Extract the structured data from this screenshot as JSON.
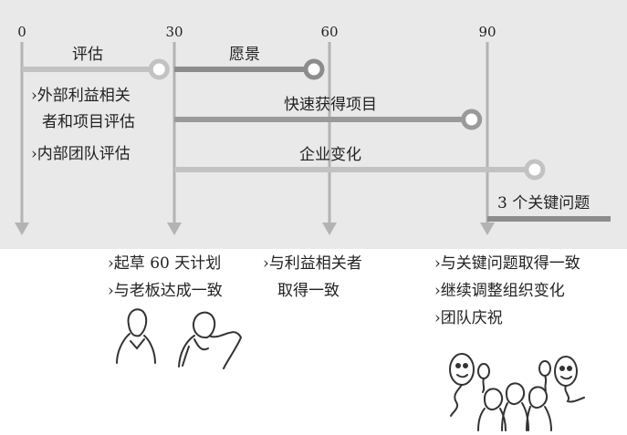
{
  "colors": {
    "panel": "#e9e9e9",
    "axis": "#b3b3b3",
    "bar_light": "#c2c2c2",
    "bar_mid": "#8c8c8c",
    "bar_dark": "#9a9a9a",
    "text": "#222222"
  },
  "ticks": [
    "0",
    "30",
    "60",
    "90"
  ],
  "phases": [
    {
      "label": "评估",
      "start": 0,
      "end": 27
    },
    {
      "label": "愿景",
      "start": 30,
      "end": 57
    },
    {
      "label": "快速获得项目",
      "start": 30,
      "end": 87
    },
    {
      "label": "企业变化",
      "start": 30,
      "end": 99
    }
  ],
  "assessment_notes": [
    "›外部利益相关",
    "者和项目评估",
    "›内部团队评估"
  ],
  "key_issues_label": "3 个关键问题",
  "bottom": {
    "col_30": [
      "›起草 60 天计划",
      "›与老板达成一致"
    ],
    "col_60": [
      "›与利益相关者",
      "取得一致"
    ],
    "col_90": [
      "›与关键问题取得一致",
      "›继续调整组织变化",
      "›团队庆祝"
    ]
  },
  "illustrations": [
    "two-people-meeting-sketch",
    "celebrating-team-with-balloons-sketch"
  ]
}
